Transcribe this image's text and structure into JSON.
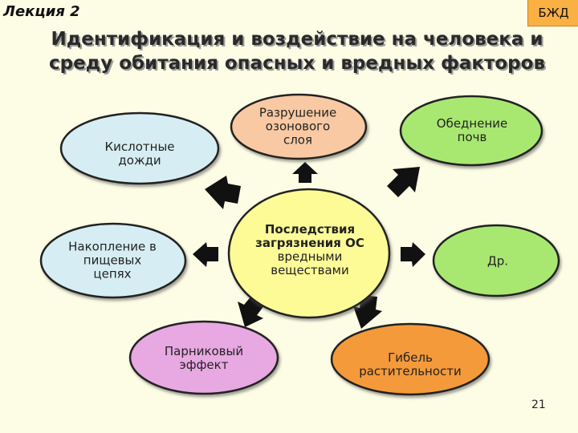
{
  "header": {
    "lecture": "Лекция 2",
    "badge": "БЖД"
  },
  "title": {
    "line1": "Идентификация и воздействие на человека и",
    "line2": "среду обитания опасных и вредных факторов"
  },
  "diagram": {
    "center": {
      "lines": [
        "Последствия",
        "загрязнения ОС",
        "вредными",
        "веществами"
      ],
      "color": "#fdfb96"
    },
    "nodes": [
      {
        "id": "acid-rain",
        "lines": [
          "Кислотные",
          "дожди"
        ],
        "color": "#d6eef3"
      },
      {
        "id": "ozone",
        "lines": [
          "Разрушение",
          "озонового",
          "слоя"
        ],
        "color": "#f8c9a3"
      },
      {
        "id": "soil",
        "lines": [
          "Обеднение",
          "почв"
        ],
        "color": "#a8e870"
      },
      {
        "id": "accumulation",
        "lines": [
          "Накопление в",
          "пищевых",
          "цепях"
        ],
        "color": "#d6eef3"
      },
      {
        "id": "other",
        "lines": [
          "Др."
        ],
        "color": "#a8e870"
      },
      {
        "id": "greenhouse",
        "lines": [
          "Парниковый",
          "эффект"
        ],
        "color": "#e8a8e2"
      },
      {
        "id": "vegetation",
        "lines": [
          "Гибель",
          "растительности"
        ],
        "color": "#f49a3a"
      }
    ]
  },
  "page_number": "21"
}
